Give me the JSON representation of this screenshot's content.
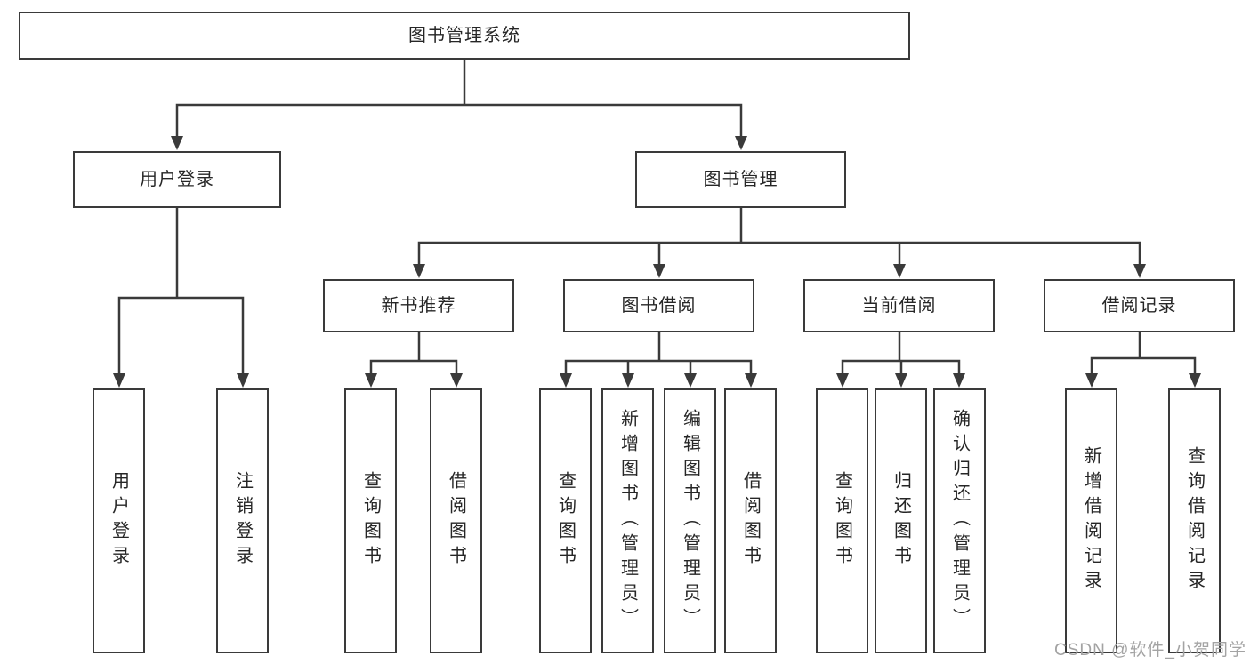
{
  "colors": {
    "line": "#3a3a3a",
    "text": "#262626",
    "background": "#ffffff",
    "watermark": "#a3a3a3"
  },
  "tree": {
    "root": {
      "label": "图书管理系统"
    },
    "branches": [
      {
        "label": "用户登录",
        "children": [
          {
            "label": "用户登录"
          },
          {
            "label": "注销登录"
          }
        ]
      },
      {
        "label": "图书管理",
        "sections": [
          {
            "label": "新书推荐",
            "children": [
              {
                "label": "查询图书"
              },
              {
                "label": "借阅图书"
              }
            ]
          },
          {
            "label": "图书借阅",
            "children": [
              {
                "label": "查询图书"
              },
              {
                "label": "新增图书（管理员）"
              },
              {
                "label": "编辑图书（管理员）"
              },
              {
                "label": "借阅图书"
              }
            ]
          },
          {
            "label": "当前借阅",
            "children": [
              {
                "label": "查询图书"
              },
              {
                "label": "归还图书"
              },
              {
                "label": "确认归还（管理员）"
              }
            ]
          },
          {
            "label": "借阅记录",
            "children": [
              {
                "label": "新增借阅记录"
              },
              {
                "label": "查询借阅记录"
              }
            ]
          }
        ]
      }
    ]
  },
  "watermark": "CSDN @软件_小贺同学"
}
